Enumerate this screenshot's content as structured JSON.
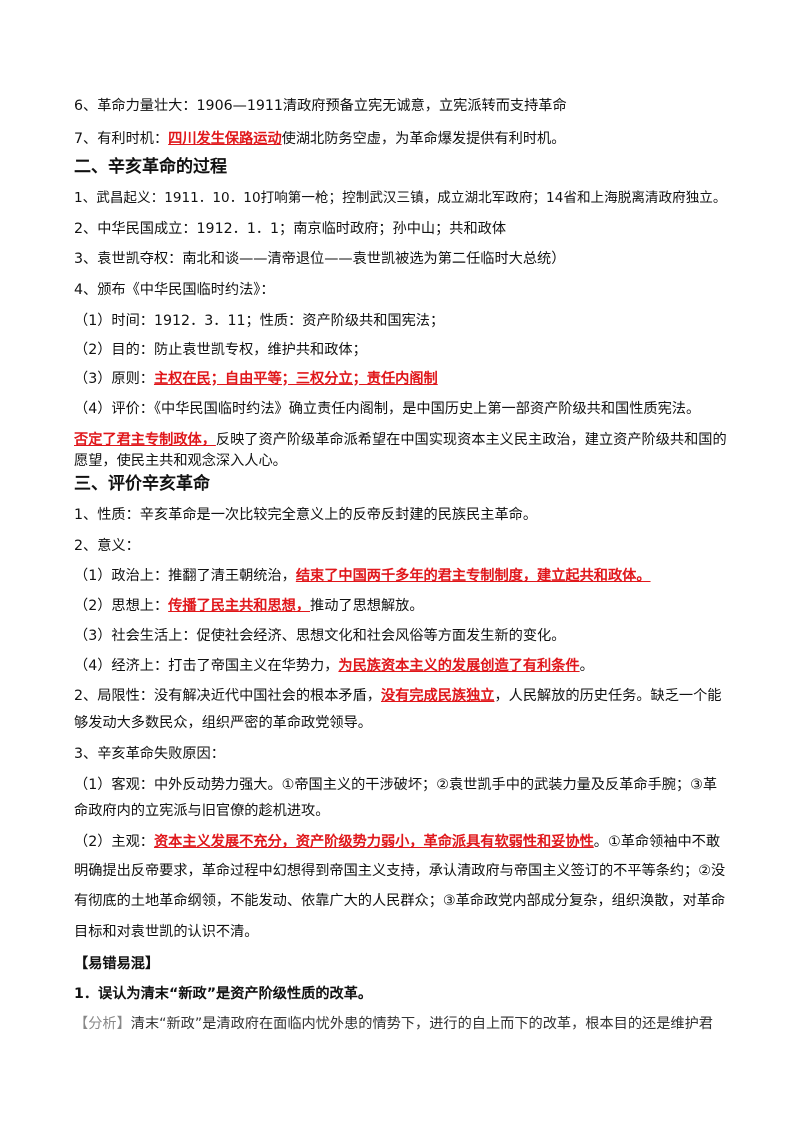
{
  "lines": {
    "l1": "6、革命力量壮大：1906—1911清政府预备立宪无诚意，立宪派转而支持革命",
    "l2_a": "7、有利时机：",
    "l2_red": "四川发生保路运动",
    "l2_b": "使湖北防务空虚，为革命爆发提供有利时机。",
    "h2": "二、辛亥革命的过程",
    "l3": "1、武昌起义：1911．10．10打响第一枪；控制武汉三镇，成立湖北军政府；14省和上海脱离清政府独立。",
    "l4": "2、中华民国成立：1912．1．1；南京临时政府；孙中山；共和政体",
    "l5": "3、袁世凯夺权：南北和谈——清帝退位——袁世凯被选为第二任临时大总统）",
    "l6": "4、颁布《中华民国临时约法》：",
    "l7": "（1）时间：1912．3．11；性质：资产阶级共和国宪法；",
    "l8": "（2）目的：防止袁世凯专权，维护共和政体；",
    "l9_a": "（3）原则：",
    "l9_red": "主权在民；自由平等；三权分立；责任内阁制",
    "l10": "（4）评价：《中华民国临时约法》确立责任内阁制，是中国历史上第一部资产阶级共和国性质宪法。",
    "l11_red": "否定了君主专制政体，",
    "l11_b": "反映了资产阶级革命派希望在中国实现资本主义民主政治，建立资产阶级共和国的",
    "l12": "愿望，使民主共和观念深入人心。",
    "h3": "三、评价辛亥革命",
    "l13": "1、性质：辛亥革命是一次比较完全意义上的反帝反封建的民族民主革命。",
    "l14": "2、意义：",
    "l15_a": "（1）政治上：推翻了清王朝统治，",
    "l15_red": "结束了中国两千多年的君主专制制度，建立起共和政体。",
    "l16_a": "（2）思想上：",
    "l16_red": "传播了民主共和思想，",
    "l16_b": "推动了思想解放。",
    "l17": "（3）社会生活上：促使社会经济、思想文化和社会风俗等方面发生新的变化。",
    "l18_a": "（4）经济上：打击了帝国主义在华势力，",
    "l18_red": "为民族资本主义的发展创造了有利条件",
    "l18_b": "。",
    "l19_a": "2、局限性：没有解决近代中国社会的根本矛盾，",
    "l19_red": "没有完成民族独立",
    "l19_b": "，人民解放的历史任务。缺乏一个能",
    "l20": "够发动大多数民众，组织严密的革命政党领导。",
    "l21": "3、辛亥革命失败原因：",
    "l22": "（1）客观：中外反动势力强大。①帝国主义的干涉破坏；②袁世凯手中的武装力量及反革命手腕；③革",
    "l23": "命政府内的立宪派与旧官僚的趁机进攻。",
    "l24_a": "（2）主观：",
    "l24_red": "资本主义发展不充分，资产阶级势力弱小，革命派具有软弱性和妥协性",
    "l24_b": "。①革命领袖中不敢",
    "l25": "明确提出反帝要求，革命过程中幻想得到帝国主义支持，承认清政府与帝国主义签订的不平等条约；②没",
    "l26": "有彻底的土地革命纲领，不能发动、依靠广大的人民群众；③革命政党内部成分复杂，组织涣散，对革命",
    "l27": "目标和对袁世凯的认识不清。",
    "h4": "【易错易混】",
    "l28": "1．误认为清末“新政”是资产阶级性质的改革。",
    "l29_a": "【分析】",
    "l29_b": "清末“新政”是清政府在面临内忧外患的情势下，进行的自上而下的改革，根本目的还是维护君"
  },
  "colors": {
    "highlight": "#e0171b",
    "text": "#111111"
  }
}
